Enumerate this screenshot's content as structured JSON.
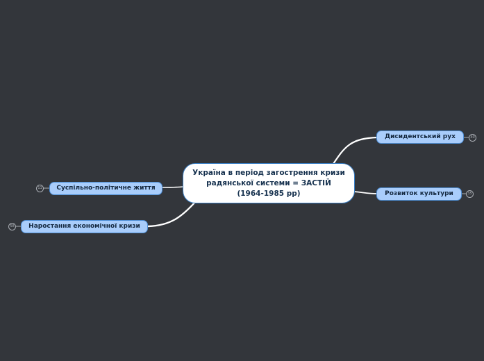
{
  "diagram": {
    "central": {
      "line1": "Україна в період загострення кризи",
      "line2": "радянської системи = ЗАСТІЙ",
      "line3": "(1964-1985 рр)"
    },
    "topics": {
      "dissident": {
        "label": "Дисидентський рух",
        "count": "40"
      },
      "culture": {
        "label": "Розвиток культури",
        "count": "35"
      },
      "social": {
        "label": "Суспільно-політичне життя",
        "count": "11"
      },
      "economy": {
        "label": "Наростання економічної кризи",
        "count": "58"
      }
    },
    "colors": {
      "background": "#33363b",
      "central_fill": "#ffffff",
      "topic_fill": "#a9cdfb",
      "topic_border": "#4f8fd6",
      "link": "#ffffff"
    }
  }
}
